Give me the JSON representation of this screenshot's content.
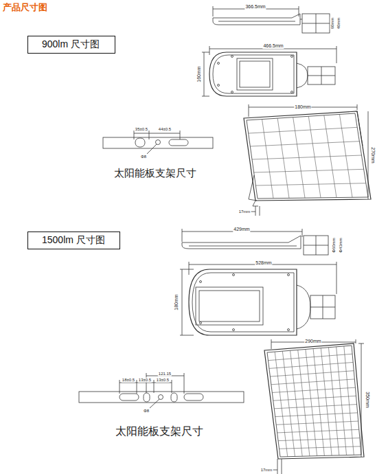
{
  "diagram": {
    "title": "产品尺寸图",
    "nodes": [
      {
        "text": [
          "900lm 尺寸图"
        ]
      },
      {
        "text": [
          "1500lm 尺寸图"
        ]
      }
    ],
    "labels": [
      "366.5mm",
      "466.5mm",
      "160mm",
      "60mm",
      "40mm",
      "180mm",
      "270mm",
      "17mm",
      "35±0.5",
      "44±0.5",
      "Φ8",
      "太阳能板支架尺寸",
      "429mm",
      "Φ60mm",
      "Φ43mm",
      "528mm",
      "180mm",
      "121.15",
      "18±0.5",
      "13±0.5",
      "13±0.5",
      "Φ8",
      "太阳能板支架尺寸",
      "290mm",
      "350mm",
      "17mm"
    ]
  }
}
